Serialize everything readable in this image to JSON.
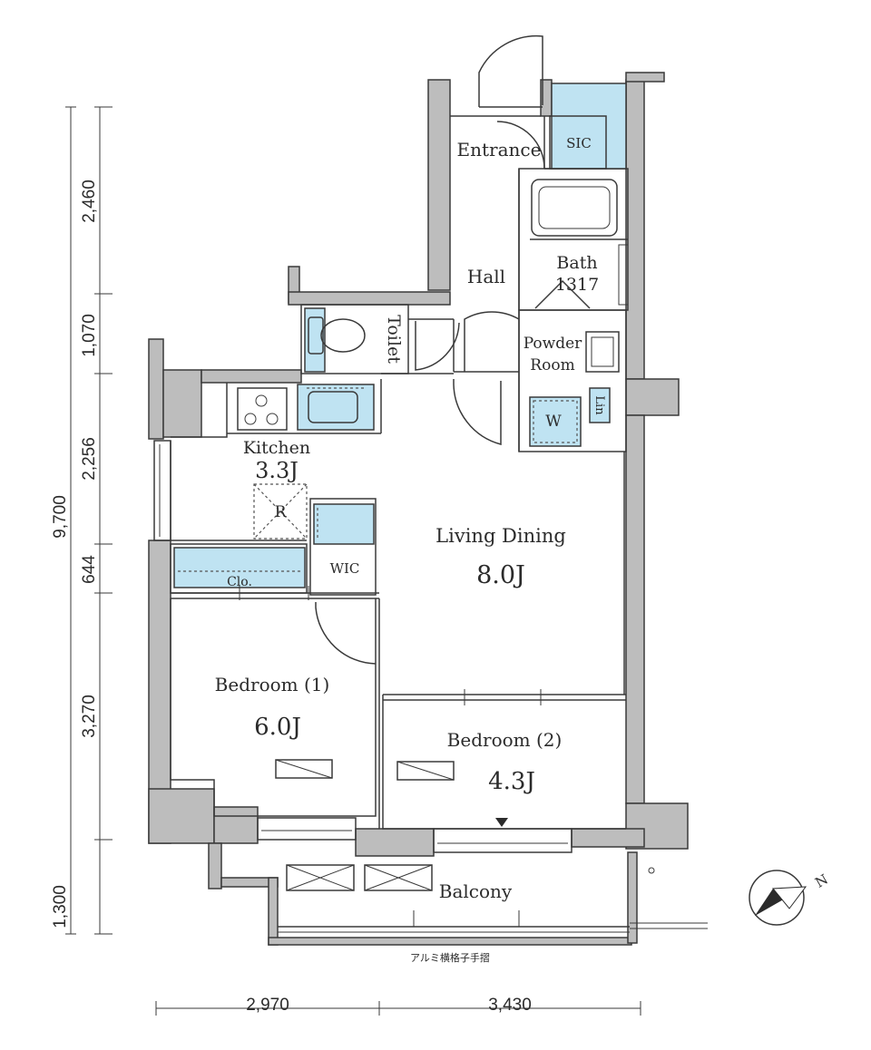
{
  "rooms": {
    "entrance": "Entrance",
    "sic": "SIC",
    "hall": "Hall",
    "bath": "Bath",
    "bath_size": "1317",
    "toilet": "Toilet",
    "powder_room_1": "Powder",
    "powder_room_2": "Room",
    "lin": "Lin",
    "washer": "W",
    "kitchen": "Kitchen",
    "kitchen_size": "3.3J",
    "fridge": "R",
    "living_dining": "Living Dining",
    "living_dining_size": "8.0J",
    "wic": "WIC",
    "clo": "Clo.",
    "bedroom1": "Bedroom (1)",
    "bedroom1_size": "6.0J",
    "bedroom2": "Bedroom (2)",
    "bedroom2_size": "4.3J",
    "balcony": "Balcony",
    "railing_note": "アルミ横格子手摺"
  },
  "dimensions": {
    "vertical_total": "9,700",
    "vertical": [
      "2,460",
      "1,070",
      "2,256",
      "644",
      "3,270",
      "1,300"
    ],
    "horizontal": [
      "2,970",
      "3,430"
    ]
  },
  "compass": {
    "north": "N",
    "icon": "compass-icon"
  },
  "colors": {
    "wall": "#bdbdbd",
    "wet_area": "#bfe3f2",
    "line": "#3a3a3a"
  }
}
